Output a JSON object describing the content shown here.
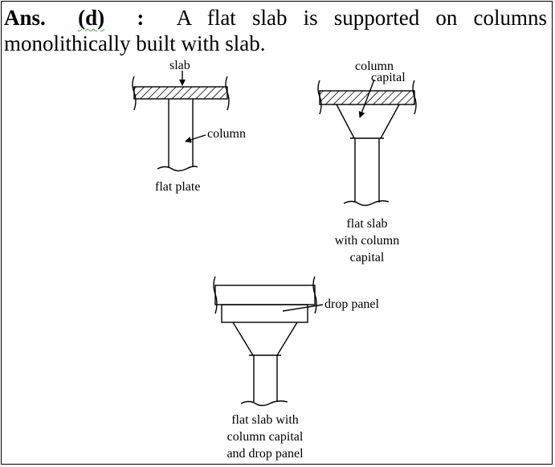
{
  "answer": {
    "prefix": "Ans.",
    "option": "(d)",
    "colon": ":",
    "text": "A flat slab is supported on columns monolithically built with slab."
  },
  "figures": {
    "flat_plate": {
      "slab_label": "slab",
      "column_label": "column",
      "caption": "flat plate"
    },
    "flat_slab_capital": {
      "label_line1": "column",
      "label_line2": "capital",
      "caption_line1": "flat slab",
      "caption_line2": "with column",
      "caption_line3": "capital"
    },
    "flat_slab_drop": {
      "drop_label": "drop panel",
      "caption_line1": "flat slab with",
      "caption_line2": "column capital",
      "caption_line3": "and drop panel"
    }
  },
  "colors": {
    "ink": "#000000",
    "spellcheck_underline": "#3cb043"
  }
}
